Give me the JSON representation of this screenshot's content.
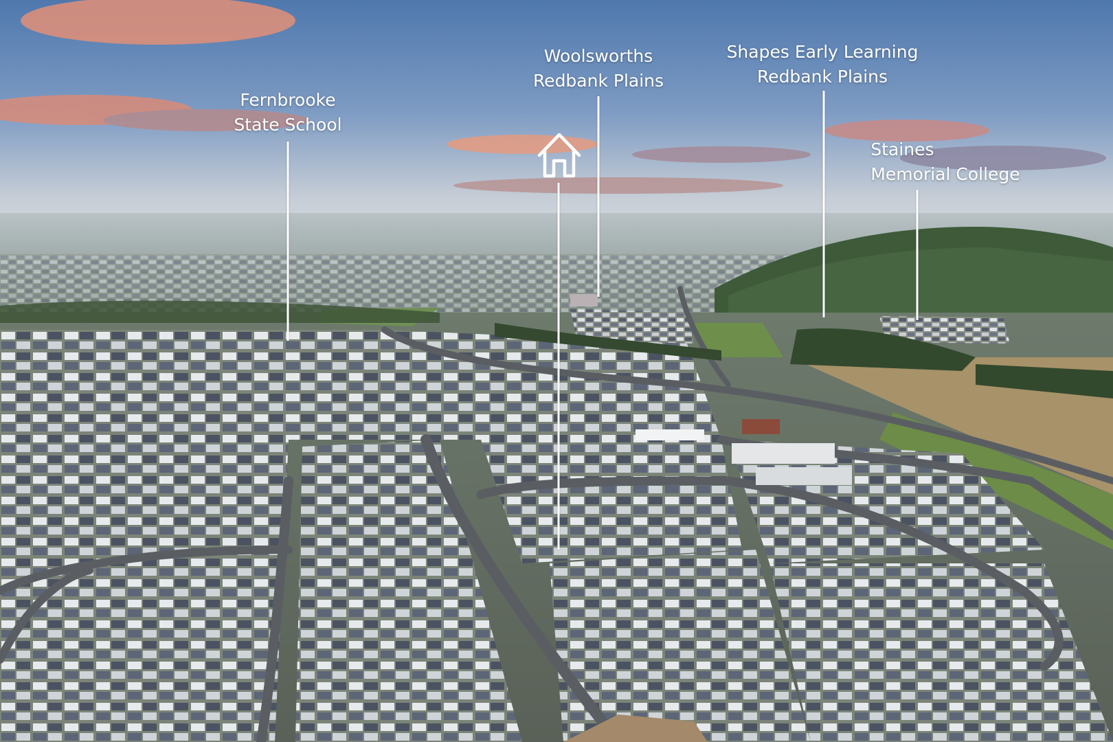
{
  "labels": {
    "fernbrooke": {
      "line1": "Fernbrooke",
      "line2": "State School"
    },
    "woolworths": {
      "line1": "Woolsworths",
      "line2": "Redbank Plains"
    },
    "shapes": {
      "line1": "Shapes Early Learning",
      "line2": "Redbank Plains"
    },
    "staines": {
      "line1": "Staines",
      "line2": "Memorial College"
    }
  },
  "icons": {
    "home_marker": "house-outline-icon"
  },
  "colors": {
    "label_text": "#ffffff",
    "sky_top": "#5f84b5",
    "sky_horizon": "#d8dde2",
    "cloud_pink": "#e8967a",
    "hill": "#3f5a3a",
    "roof_dark": "#4a5260",
    "roof_light": "#e9ecef",
    "road": "#5a5d61",
    "grass": "#6f8f4f"
  }
}
